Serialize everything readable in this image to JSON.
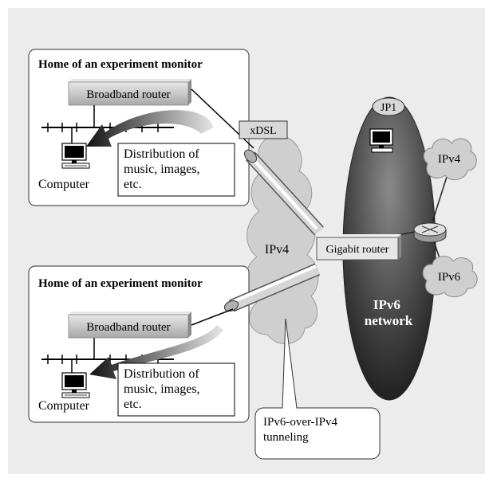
{
  "homes": [
    {
      "title": "Home of an experiment monitor",
      "router_label": "Broadband router",
      "computer_label": "Computer",
      "distribution_lines": [
        "Distribution of",
        "music, images,",
        "etc."
      ]
    },
    {
      "title": "Home of an experiment monitor",
      "router_label": "Broadband router",
      "computer_label": "Computer",
      "distribution_lines": [
        "Distribution of",
        "music, images,",
        "etc."
      ]
    }
  ],
  "xdsl_label": "xDSL",
  "ipv4_cloud_label": "IPv4",
  "gigabit_router_label": "Gigabit router",
  "jp1_label": "JP1",
  "ipv6_network_lines": [
    "IPv6",
    "network"
  ],
  "side_cloud_ipv4_label": "IPv4",
  "side_cloud_ipv6_label": "IPv6",
  "tunneling_lines": [
    "IPv6-over-IPv4",
    "tunneling"
  ],
  "colors": {
    "background": "#ececec",
    "box_fill": "#ffffff",
    "router_fill": "#c8c8c8",
    "cloud_fill": "#cfcfcf",
    "arrow_dark": "#1a1a1a",
    "arrow_light": "#d0d0d0"
  }
}
